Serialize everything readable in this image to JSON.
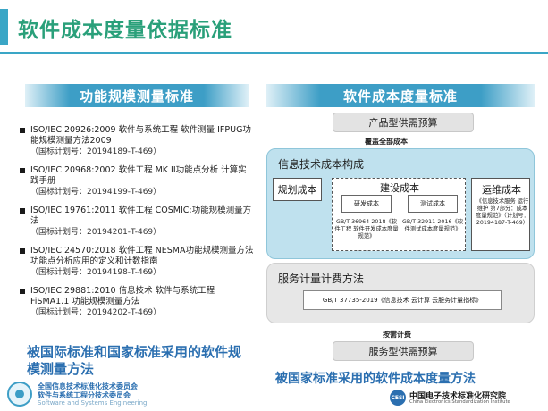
{
  "header": {
    "title": "软件成本度量依据标准",
    "accent_color": "#3aa6c6",
    "title_color": "#2aa07a"
  },
  "left_section": {
    "banner": "功能规模测量标准",
    "items": [
      {
        "title": "ISO/IEC 20926:2009 软件与系统工程 软件测量 IFPUG功能规模测量方法2009",
        "plan": "（国标计划号：20194189-T-469）"
      },
      {
        "title": "ISO/IEC 20968:2002 软件工程 MK II功能点分析 计算实践手册",
        "plan": "（国标计划号：20194199-T-469）"
      },
      {
        "title": "ISO/IEC 19761:2011 软件工程 COSMIC:功能规模测量方法",
        "plan": "（国标计划号：20194201-T-469）"
      },
      {
        "title": "ISO/IEC 24570:2018 软件工程 NESMA功能规模测量方法 功能点分析应用的定义和计数指南",
        "plan": "（国标计划号：20194198-T-469）"
      },
      {
        "title": "ISO/IEC 29881:2010 信息技术 软件与系统工程 FiSMA1.1 功能规模测量方法",
        "plan": "（国标计划号：20194202-T-469）"
      }
    ],
    "caption": "被国际标准和国家标准采用的软件规模测量方法"
  },
  "right_section": {
    "banner": "软件成本度量标准",
    "top_pricing": "产品型供需预算",
    "cover_label": "覆盖全部成本",
    "it_cost": {
      "title": "信息技术成本构成",
      "plan_cost": "规划成本",
      "build_cost": {
        "title": "建设成本",
        "dev_label": "研发成本",
        "test_label": "测试成本",
        "dev_std": "GB/T 36964-2018《软件工程 软件开发成本度量规范》",
        "test_std": "GB/T 32911-2016《软件测试成本度量规范》"
      },
      "ops_cost": {
        "title": "运维成本",
        "std": "《信息技术服务 运行维护 第7部分：成本度量规范》（计划号：20194187-T-469）"
      }
    },
    "service": {
      "title": "服务计量计费方法",
      "std": "GB/T 37735-2019《信息技术 云计算 云服务计量指标》"
    },
    "count_label": "按需计费",
    "bottom_pricing": "服务型供需预算",
    "caption": "被国家标准采用的软件成本度量方法"
  },
  "footer": {
    "org_line1": "全国信息技术标准化技术委员会",
    "org_line2": "软件与系统工程分技术委员会",
    "org_line3": "Software and Systems Engineering",
    "cesi_logo": "CESI",
    "cesi_name": "中国电子技术标准化研究院",
    "cesi_en": "China Electronics Standardization Institute"
  }
}
